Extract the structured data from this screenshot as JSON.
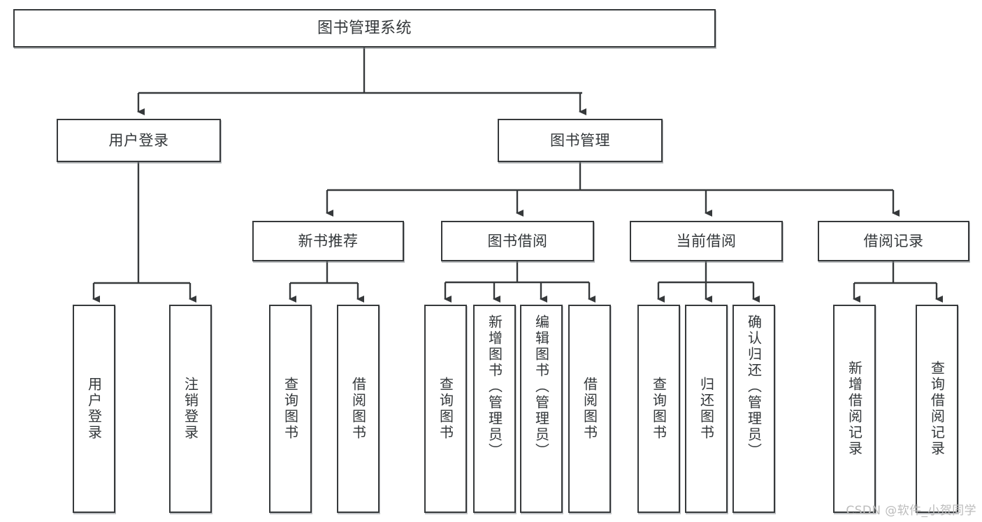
{
  "diagram": {
    "title": "图书管理系统",
    "watermark": "CSDN @软件_小贺同学",
    "colors": {
      "stroke": "#36393b",
      "box_fill": "#ffffff",
      "text": "#33373a",
      "watermark": "#bcbcbc",
      "background": "#ffffff"
    },
    "levels": {
      "root": "图书管理系统",
      "level2": [
        "用户登录",
        "图书管理"
      ],
      "level3": [
        "新书推荐",
        "图书借阅",
        "当前借阅",
        "借阅记录"
      ]
    },
    "nodes": {
      "root": {
        "label": "图书管理系统"
      },
      "user_login": {
        "label": "用户登录"
      },
      "book_manage": {
        "label": "图书管理"
      },
      "new_book_rec": {
        "label": "新书推荐"
      },
      "book_borrow": {
        "label": "图书借阅"
      },
      "current_borrow": {
        "label": "当前借阅"
      },
      "borrow_record": {
        "label": "借阅记录"
      },
      "leaf_user_login": {
        "label": "用户登录"
      },
      "leaf_logout": {
        "label": "注销登录"
      },
      "leaf_query_book_1": {
        "label": "查询图书"
      },
      "leaf_borrow_book_1": {
        "label": "借阅图书"
      },
      "leaf_query_book_2": {
        "label": "查询图书"
      },
      "leaf_add_book": {
        "label": "新增图书（管理员）"
      },
      "leaf_edit_book": {
        "label": "编辑图书（管理员）"
      },
      "leaf_borrow_book_2": {
        "label": "借阅图书"
      },
      "leaf_query_book_3": {
        "label": "查询图书"
      },
      "leaf_return_book": {
        "label": "归还图书"
      },
      "leaf_confirm_return": {
        "label": "确认归还（管理员）"
      },
      "leaf_add_record": {
        "label": "新增借阅记录"
      },
      "leaf_query_record": {
        "label": "查询借阅记录"
      }
    },
    "tree": {
      "图书管理系统": {
        "用户登录": [
          "用户登录",
          "注销登录"
        ],
        "图书管理": {
          "新书推荐": [
            "查询图书",
            "借阅图书"
          ],
          "图书借阅": [
            "查询图书",
            "新增图书（管理员）",
            "编辑图书（管理员）",
            "借阅图书"
          ],
          "当前借阅": [
            "查询图书",
            "归还图书",
            "确认归还（管理员）"
          ],
          "借阅记录": [
            "新增借阅记录",
            "查询借阅记录"
          ]
        }
      }
    }
  }
}
